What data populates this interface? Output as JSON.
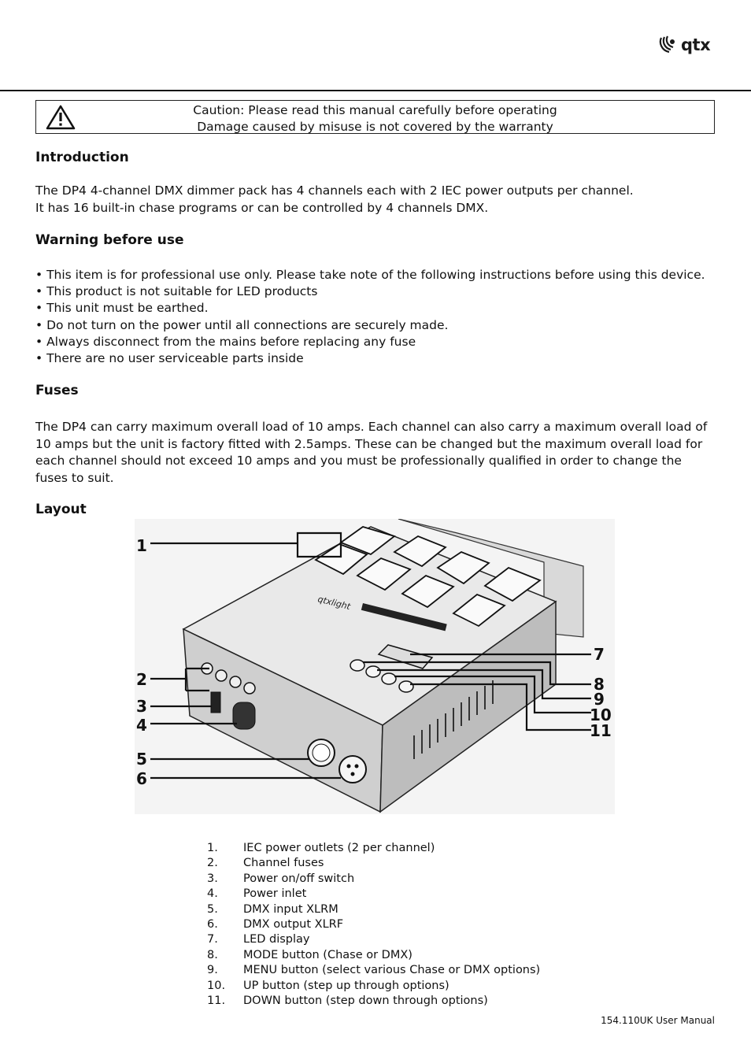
{
  "header": {
    "logo_text": "qtx"
  },
  "caution": {
    "line1": "Caution: Please read this manual carefully before operating",
    "line2": "Damage caused by misuse is not covered by the warranty"
  },
  "introduction": {
    "heading": "Introduction",
    "line1": "The DP4 4-channel DMX dimmer pack has 4 channels each with 2 IEC power outputs per channel.",
    "line2": "It has 16 built-in chase programs or can be controlled by 4 channels DMX."
  },
  "warning": {
    "heading": "Warning before use",
    "items": [
      "This item is for professional use only. Please take note of the following instructions before using this device.",
      "This product is not suitable for LED products",
      "This unit must be earthed.",
      "Do not turn on the power until all connections are securely made.",
      "Always disconnect from the mains before replacing any fuse",
      "There are no user serviceable parts inside"
    ]
  },
  "fuses": {
    "heading": "Fuses",
    "body": "The DP4 can carry maximum overall load of 10 amps. Each channel can also carry a maximum overall load of 10 amps but the unit is factory fitted with 2.5amps. These can be changed but the maximum overall load for each channel should not exceed 10 amps and you must be professionally qualified in order to change the fuses to suit."
  },
  "layout": {
    "heading": "Layout",
    "figure_brand": "qtxlight",
    "callouts": [
      "1",
      "2",
      "3",
      "4",
      "5",
      "6",
      "7",
      "8",
      "9",
      "10",
      "11"
    ],
    "parts": [
      {
        "num": "1.",
        "label": "IEC power outlets (2 per channel)"
      },
      {
        "num": "2.",
        "label": "Channel fuses"
      },
      {
        "num": "3.",
        "label": "Power on/off switch"
      },
      {
        "num": "4.",
        "label": "Power inlet"
      },
      {
        "num": "5.",
        "label": "DMX input XLRM"
      },
      {
        "num": "6.",
        "label": "DMX output XLRF"
      },
      {
        "num": "7.",
        "label": "LED display"
      },
      {
        "num": "8.",
        "label": "MODE button (Chase or DMX)"
      },
      {
        "num": "9.",
        "label": "MENU button (select various Chase or DMX options)"
      },
      {
        "num": "10.",
        "label": "UP button (step up through options)"
      },
      {
        "num": "11.",
        "label": "DOWN button (step down through options)"
      }
    ]
  },
  "footer": {
    "text": "154.110UK User Manual"
  }
}
